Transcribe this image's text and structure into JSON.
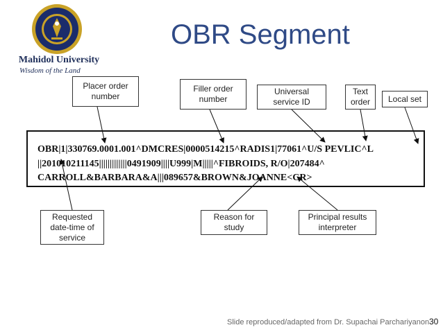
{
  "header": {
    "title": "OBR Segment",
    "university_name": "Mahidol University",
    "university_tagline": "Wisdom of the Land"
  },
  "labels": {
    "placer_order_number": "Placer order number",
    "filler_order_number": "Filler order number",
    "universal_service_id": "Universal service ID",
    "text_order": "Text order",
    "local_set": "Local set",
    "requested_date_time": "Requested date-time of service",
    "reason_for_study": "Reason for study",
    "principal_results_interpreter": "Principal results interpreter"
  },
  "segment": {
    "line1": "OBR|1|330769.0001.001^DMCRES|0000514215^RADIS1|77061^U/S PEVLIC^L",
    "line2": "||201010211145|||||||||||||0491909||||U999|M|||||^FIBROIDS, R/O|207484^",
    "line3": "CARROLL&BARBARA&A|||089657&BROWN&JOANNE<CR>"
  },
  "footer": {
    "credit": "Slide reproduced/adapted from Dr. Supachai Parchariyanon",
    "page_number": "30"
  },
  "colors": {
    "title": "#2f4a86",
    "logo_navy": "#1b2c6b",
    "logo_gold": "#c9a227"
  }
}
